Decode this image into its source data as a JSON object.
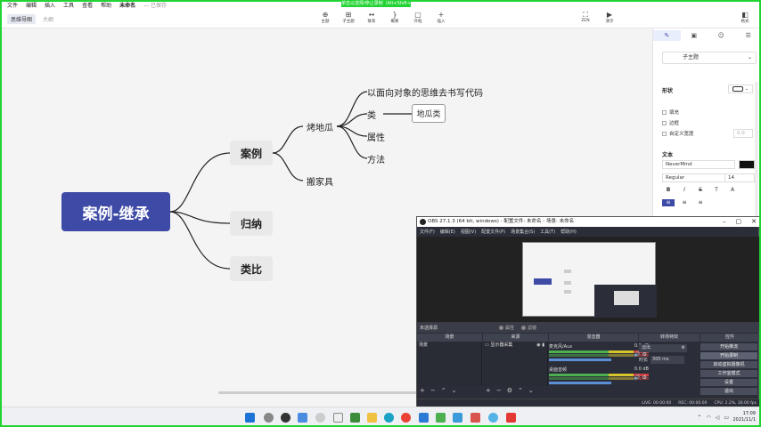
{
  "recording_banner": "单击以选择/停止录制（Alt+Shift+C）",
  "menubar": {
    "items": [
      "文件",
      "编辑",
      "插入",
      "工具",
      "查看",
      "帮助"
    ],
    "doc_title": "未命名",
    "save_status": "— 已保存"
  },
  "view_tabs": [
    "思维导图",
    "大纲"
  ],
  "toolbar": {
    "topic": {
      "icon": "⊕",
      "label": "主题"
    },
    "subtopic": {
      "icon": "⊞",
      "label": "子主题"
    },
    "relation": {
      "icon": "↔",
      "label": "联系"
    },
    "summary": {
      "icon": "}",
      "label": "概要"
    },
    "boundary": {
      "icon": "▢",
      "label": "外框"
    },
    "insert": {
      "icon": "+",
      "label": "插入"
    },
    "zen": {
      "icon": "⛶",
      "label": "ZEN"
    },
    "present": {
      "icon": "▶",
      "label": "演示"
    },
    "format": {
      "icon": "◧",
      "label": "格式"
    }
  },
  "mindmap": {
    "root": "案例-继承",
    "branches": [
      "案例",
      "归纳",
      "类比"
    ],
    "sub_case": [
      "烤地瓜",
      "搬家具"
    ],
    "leaves": [
      "以面向对象的思维去书写代码",
      "类",
      "属性",
      "方法"
    ],
    "boxed": "地瓜类"
  },
  "format_panel": {
    "style_select": "子主题",
    "shape_label": "形状",
    "checks": [
      "填充",
      "边框",
      "自定义宽度"
    ],
    "width_value": "0.0",
    "text_label": "文本",
    "font_family": "NeverMind",
    "font_style": "Regular",
    "font_size": "14",
    "font_color": "#111111",
    "fmt_buttons": [
      "B",
      "I",
      "S",
      "T",
      "A"
    ],
    "align_buttons": [
      "≡",
      "≡",
      "≡"
    ]
  },
  "obs": {
    "title": "OBS 27.1.3 (64 bit, windows) - 配置文件: 未命名 - 场景: 未命名",
    "menu": [
      "文件(F)",
      "编辑(E)",
      "视图(V)",
      "配置文件(P)",
      "场景集合(S)",
      "工具(T)",
      "帮助(H)"
    ],
    "no_source": "未选择源",
    "props": "属性",
    "filters": "滤镜",
    "docks": {
      "scenes": "场景",
      "sources": "来源",
      "mixer": "混音器",
      "transitions": "转场特效",
      "controls": "控件"
    },
    "scene_item": "场景",
    "source_item": "显示器采集",
    "mixer": [
      {
        "name": "麦克风/Aux",
        "db": "0.0 dB"
      },
      {
        "name": "桌面音频",
        "db": "0.0 dB"
      }
    ],
    "transition": "淡出",
    "duration_label": "时长",
    "duration_value": "300 ms",
    "controls": [
      "开始推流",
      "开始录制",
      "启动虚拟摄像机",
      "工作室模式",
      "设置",
      "退出"
    ],
    "status": [
      "LIVE: 00:00:00",
      "REC: 00:00:00",
      "CPU: 2.2%, 30.00 fps"
    ]
  },
  "taskbar": {
    "time": "17:09",
    "date": "2021/11/1"
  },
  "colors": {
    "accent": "#3d4aa6",
    "record": "#22d433"
  }
}
